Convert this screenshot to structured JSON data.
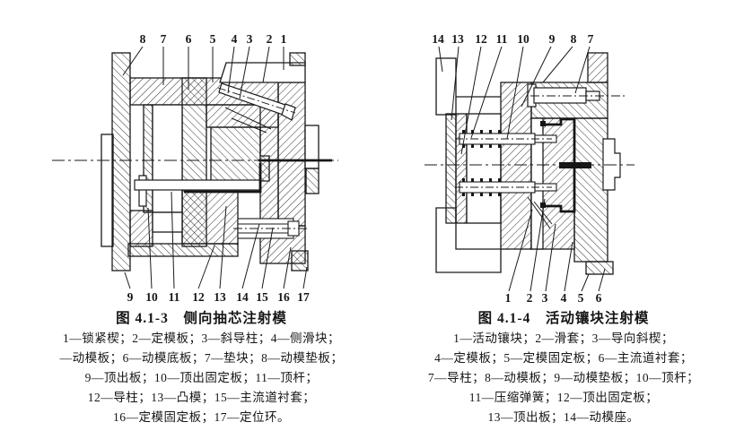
{
  "page": {
    "background": "#ffffff",
    "ink": "#1a1a1a"
  },
  "figures": [
    {
      "id": "fig-4-1-3",
      "title": "图 4.1-3　侧向抽芯注射模",
      "top_labels": [
        "8",
        "7",
        "6",
        "5",
        "4",
        "3",
        "2",
        "1"
      ],
      "bottom_labels": [
        "9",
        "10",
        "11",
        "12",
        "13",
        "14",
        "15",
        "16",
        "17"
      ],
      "legend_lines": [
        "1—锁紧楔；2—定模板；3—斜导柱；4—侧滑块；",
        "—动模板；6—动模底板；7—垫块；8—动模垫板；",
        "9—顶出板；10—顶出固定板；11—顶杆；",
        "12—导柱；13—凸模；15—主流道衬套；",
        "16—定模固定板；17—定位环。"
      ]
    },
    {
      "id": "fig-4-1-4",
      "title": "图 4.1-4　活动镶块注射模",
      "top_labels": [
        "14",
        "13",
        "12",
        "11",
        "10",
        "9",
        "8",
        "7"
      ],
      "bottom_labels": [
        "1",
        "2",
        "3",
        "4",
        "5",
        "6"
      ],
      "legend_lines": [
        "1—活动镶块；2—滑套；3—导向斜楔；",
        "4—定模板；5—定模固定板；6—主流道衬套；",
        "7—导柱；8—动模板；9—动模垫板；10—顶杆；",
        "11—压缩弹簧；12—顶出固定板；",
        "13—顶出板；14—动模座。"
      ]
    }
  ]
}
